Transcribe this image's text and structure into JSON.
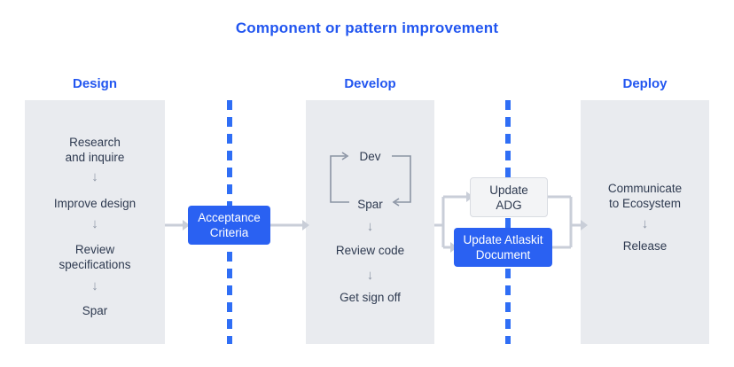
{
  "diagram": {
    "title": "Component or pattern improvement",
    "columns": [
      {
        "header": "Design",
        "steps": [
          "Research\nand inquire",
          "Improve design",
          "Review\nspecifications",
          "Spar"
        ],
        "arrow_glyph": "↓"
      },
      {
        "header": "Develop",
        "loop": {
          "top_label": "Dev",
          "bottom_label": "Spar"
        },
        "steps": [
          "Review code",
          "Get sign off"
        ],
        "arrow_glyph": "↓"
      },
      {
        "header": "Deploy",
        "steps": [
          "Communicate\nto Ecosystem",
          "Release"
        ],
        "arrow_glyph": "↓"
      }
    ],
    "callouts": [
      {
        "id": "acceptance-criteria",
        "label": "Acceptance\nCriteria",
        "style": "blue"
      },
      {
        "id": "update-adg",
        "label": "Update\nADG",
        "style": "light"
      },
      {
        "id": "update-atlaskit",
        "label": "Update Atlaskit\nDocument",
        "style": "blue"
      }
    ],
    "colors": {
      "accent_blue": "#2256f0",
      "callout_blue": "#2a61f2",
      "panel_gray": "#e9ebef",
      "callout_light": "#f3f4f6",
      "text_dark": "#2e3a50",
      "arrow_gray": "#8b94a4",
      "connector_gray": "#c9ced8",
      "background": "#ffffff"
    }
  }
}
